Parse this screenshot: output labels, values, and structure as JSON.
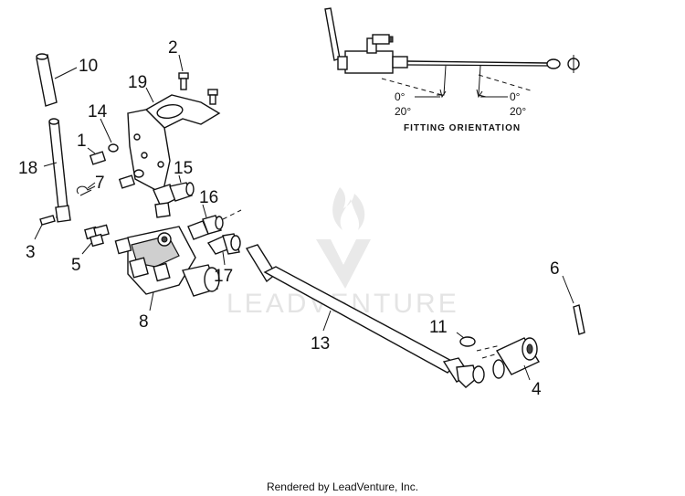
{
  "diagram": {
    "callouts": [
      "10",
      "2",
      "19",
      "14",
      "1",
      "18",
      "7",
      "15",
      "16",
      "3",
      "5",
      "17",
      "8",
      "13",
      "11",
      "6",
      "4"
    ],
    "inset": {
      "angle_left_0": "0°",
      "angle_left_20": "20°",
      "angle_right_0": "0°",
      "angle_right_20": "20°",
      "caption": "FITTING ORIENTATION"
    },
    "watermark": "LEADVENTURE"
  },
  "footer": {
    "text": "Rendered by LeadVenture, Inc."
  }
}
